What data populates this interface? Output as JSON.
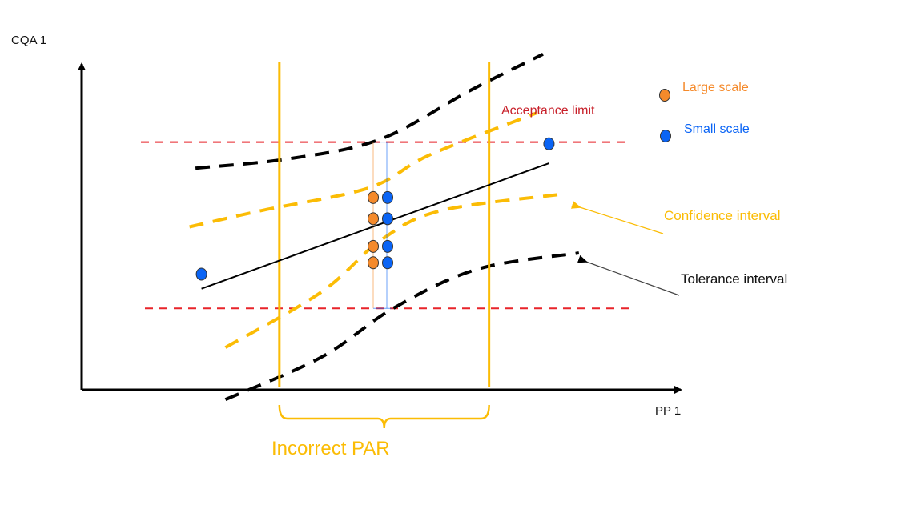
{
  "axes": {
    "y_label": "CQA 1",
    "x_label": "PP 1"
  },
  "legend": [
    {
      "label": "Large scale",
      "color": "#f58a2b"
    },
    {
      "label": "Small scale",
      "color": "#0a64f5"
    }
  ],
  "annotations": {
    "acceptance_limit": "Acceptance limit",
    "confidence_interval": "Confidence interval",
    "tolerance_interval": "Tolerance interval",
    "par": "Incorrect PAR"
  },
  "colors": {
    "acceptance": "#e8242a",
    "acceptance_text": "#c8202a",
    "confidence": "#fbbc05",
    "tolerance": "#000000",
    "regression": "#000000",
    "par": "#fbbc05",
    "large_scale": "#f58a2b",
    "small_scale": "#0a64f5",
    "axis": "#000000",
    "tolerance_arrow": "#444444"
  },
  "chart_data": {
    "type": "scatter",
    "title": "",
    "xlabel": "PP 1",
    "ylabel": "CQA 1",
    "xlim": [
      0,
      100
    ],
    "ylim": [
      0,
      100
    ],
    "grid": false,
    "legend_position": "top-right",
    "acceptance_limits": {
      "lower": 25,
      "upper": 76
    },
    "par_bounds": [
      33,
      68
    ],
    "regression_line": {
      "x": [
        20,
        78
      ],
      "y": [
        33,
        71
      ]
    },
    "confidence_upper": {
      "x": [
        18,
        30,
        48,
        58,
        76
      ],
      "y": [
        50,
        55,
        62,
        72,
        85
      ]
    },
    "confidence_lower": {
      "x": [
        24,
        40,
        50,
        60,
        80
      ],
      "y": [
        13,
        30,
        46,
        55,
        60
      ]
    },
    "tolerance_upper": {
      "x": [
        19,
        35,
        50,
        65,
        77
      ],
      "y": [
        68,
        71,
        77,
        92,
        103
      ]
    },
    "tolerance_lower": {
      "x": [
        24,
        40,
        52,
        66,
        83
      ],
      "y": [
        -3,
        10,
        25,
        37,
        42
      ]
    },
    "series": [
      {
        "name": "Large scale",
        "points": [
          {
            "x": 48,
            "y": 59
          },
          {
            "x": 48,
            "y": 52.5
          },
          {
            "x": 48,
            "y": 44
          },
          {
            "x": 48,
            "y": 39
          }
        ]
      },
      {
        "name": "Small scale",
        "points": [
          {
            "x": 50,
            "y": 59
          },
          {
            "x": 50,
            "y": 52.5
          },
          {
            "x": 50,
            "y": 44
          },
          {
            "x": 50,
            "y": 39
          },
          {
            "x": 20,
            "y": 35.5
          },
          {
            "x": 78,
            "y": 75.5
          }
        ]
      }
    ]
  }
}
